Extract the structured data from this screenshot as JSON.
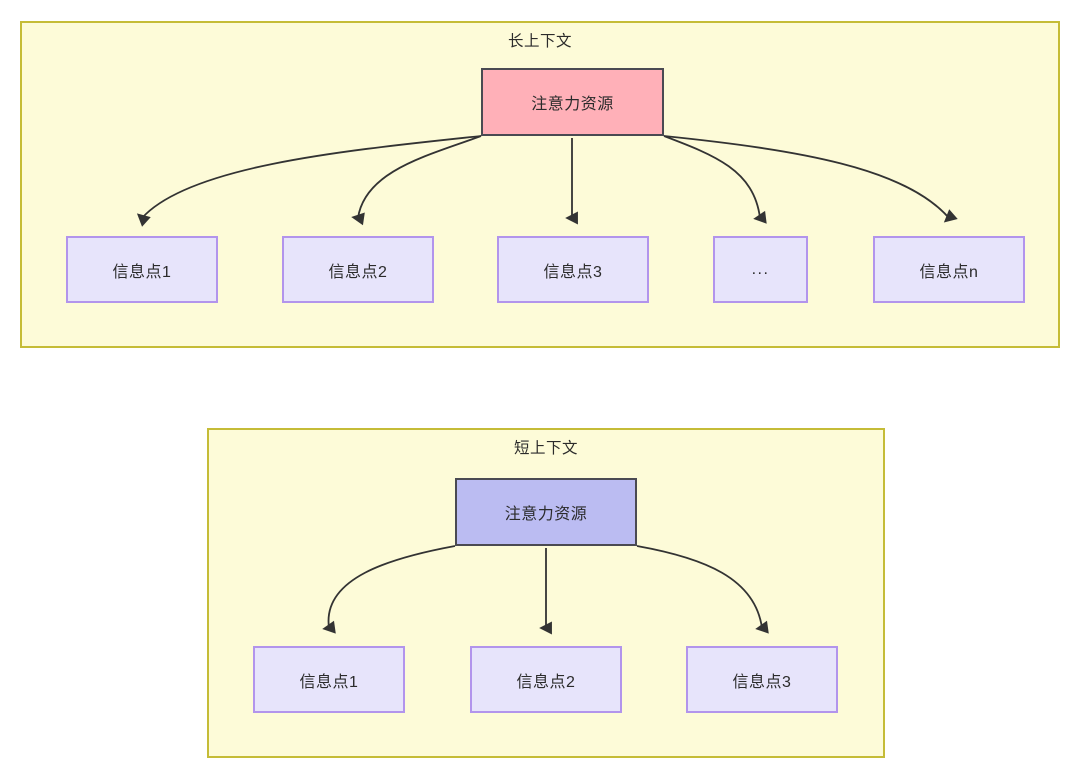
{
  "diagram": {
    "background": "#ffffff",
    "edge_color": "#333333",
    "groups": [
      {
        "id": "long-context",
        "title": "长上下文",
        "fill": "#fdfbd8",
        "stroke": "#c5bc37",
        "root": {
          "label": "注意力资源",
          "fill": "#ffb0b8",
          "stroke": "#4a4a52"
        },
        "children": [
          {
            "label": "信息点1",
            "fill": "#e7e4fb",
            "stroke": "#b294ec"
          },
          {
            "label": "信息点2",
            "fill": "#e7e4fb",
            "stroke": "#b294ec"
          },
          {
            "label": "信息点3",
            "fill": "#e7e4fb",
            "stroke": "#b294ec"
          },
          {
            "label": "...",
            "fill": "#e7e4fb",
            "stroke": "#b294ec"
          },
          {
            "label": "信息点n",
            "fill": "#e7e4fb",
            "stroke": "#b294ec"
          }
        ]
      },
      {
        "id": "short-context",
        "title": "短上下文",
        "fill": "#fdfbd8",
        "stroke": "#c5bc37",
        "root": {
          "label": "注意力资源",
          "fill": "#bbbcf2",
          "stroke": "#4a4a52"
        },
        "children": [
          {
            "label": "信息点1",
            "fill": "#e7e4fb",
            "stroke": "#b294ec"
          },
          {
            "label": "信息点2",
            "fill": "#e7e4fb",
            "stroke": "#b294ec"
          },
          {
            "label": "信息点3",
            "fill": "#e7e4fb",
            "stroke": "#b294ec"
          }
        ]
      }
    ]
  }
}
